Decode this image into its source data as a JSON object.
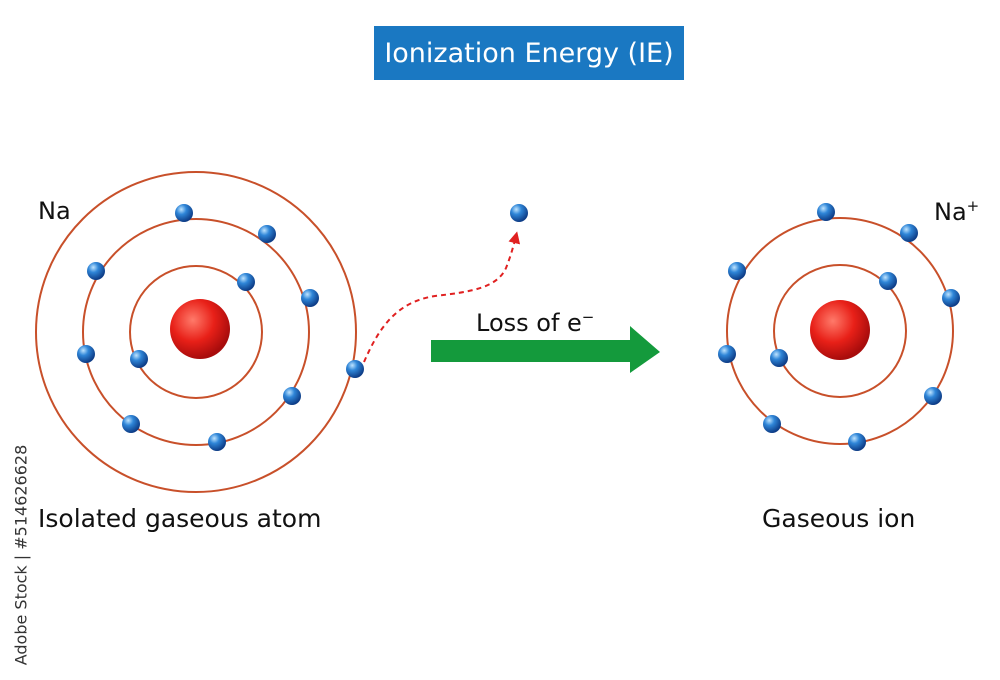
{
  "title": "Ionization Energy (IE)",
  "atom": {
    "symbol": "Na",
    "caption": "Isolated gaseous atom",
    "electron_count": 11,
    "shells": [
      2,
      8,
      1
    ]
  },
  "ion": {
    "symbol": "Na",
    "charge": "+",
    "caption": "Gaseous ion",
    "electron_count": 10,
    "shells": [
      2,
      8
    ]
  },
  "process": {
    "label": "Loss of e",
    "label_superscript": "−"
  },
  "watermark": "Adobe Stock | #514626628",
  "colors": {
    "title_bg": "#1a78c2",
    "title_text": "#ffffff",
    "orbit": "#c8502a",
    "nucleus": "#e02020",
    "electron": "#1f6fc8",
    "arrow": "#149a3c",
    "path": "#e02020"
  }
}
